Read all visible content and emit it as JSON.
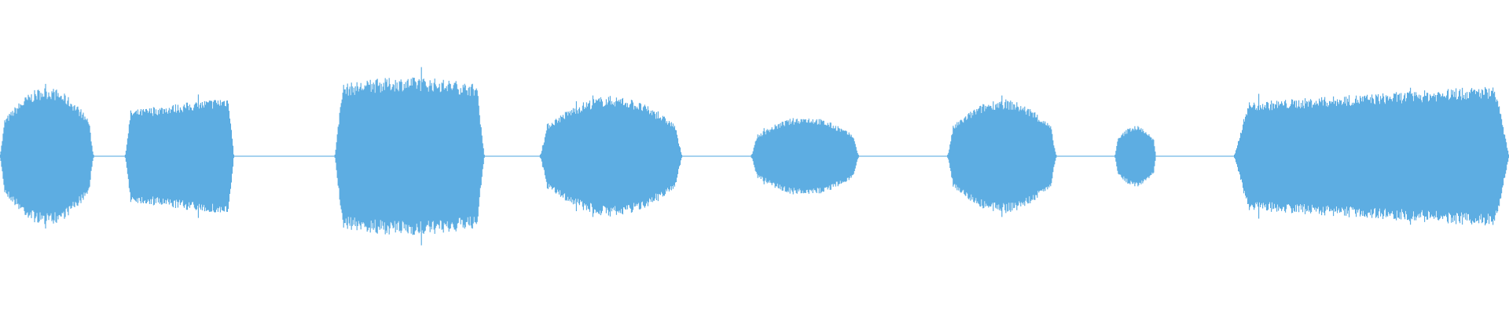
{
  "waveform": {
    "color": "#5dade2",
    "background": "#ffffff",
    "segments": [
      {
        "start": 0.0,
        "end": 0.062,
        "amp": 0.63,
        "shape": "dome"
      },
      {
        "start": 0.083,
        "end": 0.155,
        "amp": 0.55,
        "shape": "rise"
      },
      {
        "start": 0.222,
        "end": 0.321,
        "amp": 0.72,
        "shape": "flat"
      },
      {
        "start": 0.358,
        "end": 0.452,
        "amp": 0.55,
        "shape": "dome"
      },
      {
        "start": 0.498,
        "end": 0.569,
        "amp": 0.36,
        "shape": "dome"
      },
      {
        "start": 0.628,
        "end": 0.7,
        "amp": 0.52,
        "shape": "dome"
      },
      {
        "start": 0.739,
        "end": 0.766,
        "amp": 0.28,
        "shape": "dome"
      },
      {
        "start": 0.818,
        "end": 1.0,
        "amp": 0.65,
        "shape": "rise"
      }
    ],
    "noise_floor": 0.02
  }
}
